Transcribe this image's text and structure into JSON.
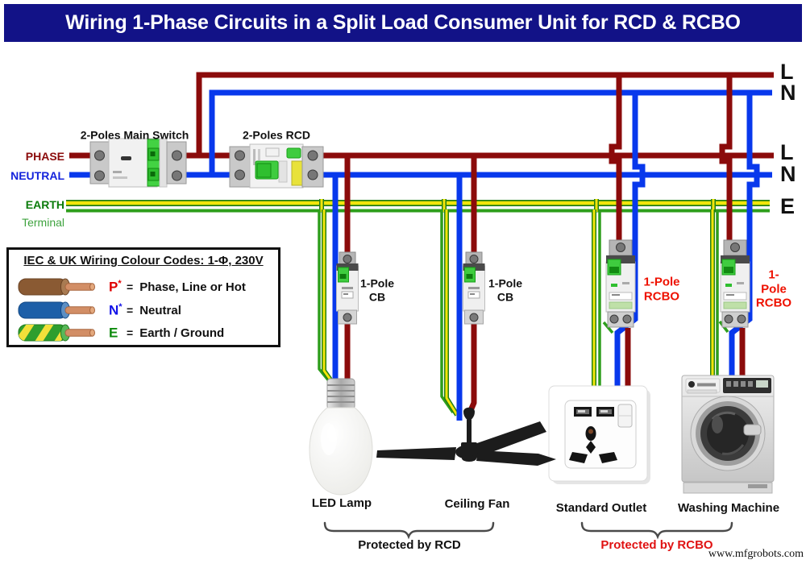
{
  "title": "Wiring 1-Phase Circuits in a Split Load Consumer Unit for RCD & RCBO",
  "source_labels": {
    "phase": "PHASE",
    "neutral": "NEUTRAL",
    "earth": "EARTH",
    "earth_sub": "Terminal"
  },
  "rail_labels": {
    "l_top": "L",
    "n_top": "N",
    "l_mid": "L",
    "n_mid": "N",
    "e": "E"
  },
  "devices": {
    "main_switch": "2-Poles Main Switch",
    "rcd": "2-Poles RCD",
    "cb1": "1-Pole\nCB",
    "cb2": "1-Pole\nCB",
    "rcbo1": "1-Pole\nRCBO",
    "rcbo2": "1-Pole\nRCBO"
  },
  "legend": {
    "title": "IEC & UK Wiring Colour Codes: 1-Φ, 230V",
    "rows": [
      {
        "wire": "brown-wire-icon",
        "symbol": "P",
        "sup": "*",
        "eq": "=",
        "desc": "Phase, Line or  Hot"
      },
      {
        "wire": "blue-wire-icon",
        "symbol": "N",
        "sup": "*",
        "eq": "=",
        "desc": "Neutral"
      },
      {
        "wire": "green-yellow-wire-icon",
        "symbol": "E",
        "sup": "",
        "eq": "=",
        "desc": "Earth / Ground"
      }
    ]
  },
  "loads": {
    "lamp": "LED Lamp",
    "fan": "Ceiling Fan",
    "outlet": "Standard Outlet",
    "washer": "Washing Machine"
  },
  "groups": {
    "rcd_zone": "Protected by RCD",
    "rcbo_zone": "Protected by RCBO"
  },
  "watermark": "www.mfgrobots.com",
  "colors": {
    "title_bg": "#121287",
    "phase_wire": "#8B0B0B",
    "neutral_wire": "#0838EC",
    "earth_green": "#2E9E1C",
    "earth_yellow": "#F2E50A",
    "phase_label": "#8B0B0B",
    "neutral_label": "#1423DC",
    "earth_label": "#0C7C0C",
    "terminal_label": "#3FA33F",
    "rcbo_label": "#EE1100",
    "protected_rcbo_label": "#E01212",
    "breaker_toggle_green": "#3FCC3F"
  }
}
